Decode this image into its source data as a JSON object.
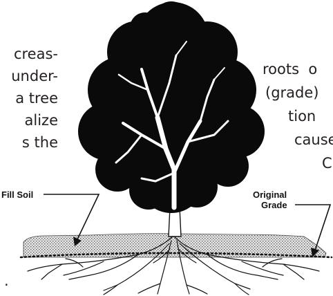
{
  "left_text": [
    "creas-",
    "under-",
    "a tree",
    "alize",
    "s the"
  ],
  "right_text": [
    "roots  o",
    "(grade)",
    "tion",
    "cause",
    "C"
  ],
  "labels": {
    "fill_soil": "Fill Soil",
    "original_grade_line1": "Original",
    "original_grade_line2": "Grade"
  },
  "bottom_mark": "."
}
